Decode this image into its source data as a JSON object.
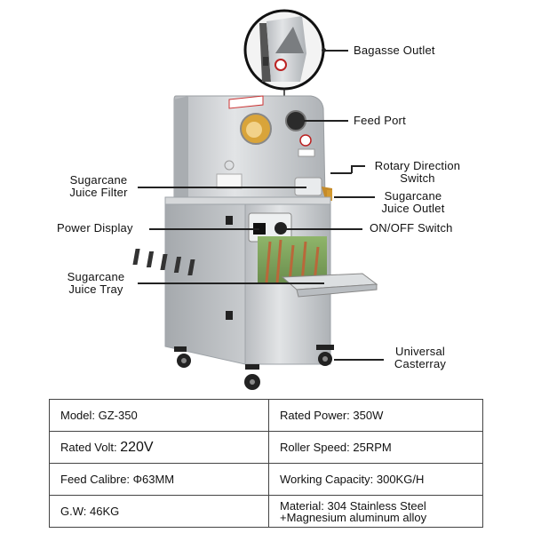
{
  "callouts": {
    "bagasse_outlet": "Bagasse Outlet",
    "feed_port": "Feed Port",
    "rotary_direction_switch": [
      "Rotary Direction",
      "Switch"
    ],
    "juice_filter": [
      "Sugarcane",
      "Juice Filter"
    ],
    "juice_outlet": [
      "Sugarcane",
      "Juice Outlet"
    ],
    "power_display": "Power Display",
    "on_off_switch": "ON/OFF Switch",
    "juice_tray": [
      "Sugarcane",
      "Juice Tray"
    ],
    "universal_caster": [
      "Universal",
      "Casterray"
    ]
  },
  "specs": [
    [
      "Model:  GZ-350",
      "Rated Power: 350W"
    ],
    [
      "Rated Volt: ",
      "Roller Speed: 25RPM"
    ],
    [
      "Feed Calibre: Φ63MM",
      "Working Capacity: 300KG/H"
    ],
    [
      "G.W: 46KG",
      "Material: 304 Stainless Steel"
    ]
  ],
  "rated_volt_value": "220V",
  "material_line2": "+Magnesium aluminum alloy",
  "colors": {
    "steel": "#c9ccd0",
    "steel_dark": "#9ea3a8",
    "accent_red": "#c0392b"
  }
}
